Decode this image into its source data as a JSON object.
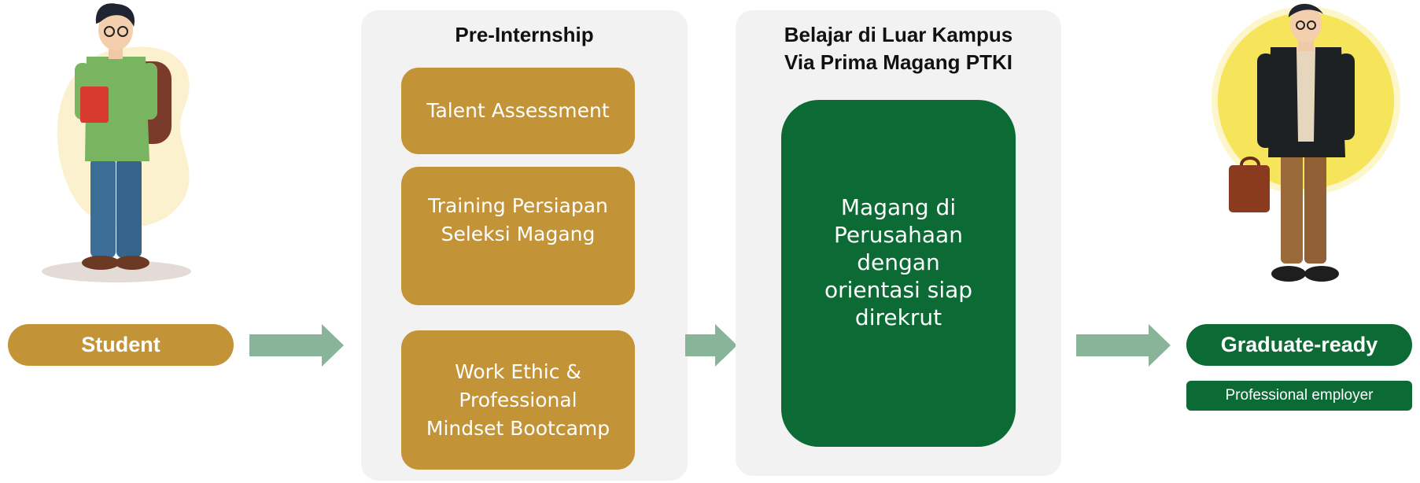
{
  "student": {
    "label": "Student"
  },
  "graduate": {
    "label": "Graduate-ready",
    "tag": "Professional employer"
  },
  "pre_internship": {
    "title": "Pre-Internship",
    "cards": [
      "Talent Assessment",
      "Training Persiapan\nSeleksi Magang",
      "Work Ethic &\nProfessional\nMindset Bootcamp"
    ]
  },
  "belajar": {
    "title": "Belajar di Luar Kampus\nVia Prima Magang PTKI",
    "card": "Magang di\nPerusahaan\ndengan\norientasi siap\ndirekrut"
  },
  "colors": {
    "gold": "#c39337",
    "green": "#0c6a35",
    "arrow": "#88b49a",
    "panel": "#f2f2f2"
  },
  "icons": [
    "student-illustration",
    "graduate-illustration",
    "right-arrow-icon"
  ]
}
